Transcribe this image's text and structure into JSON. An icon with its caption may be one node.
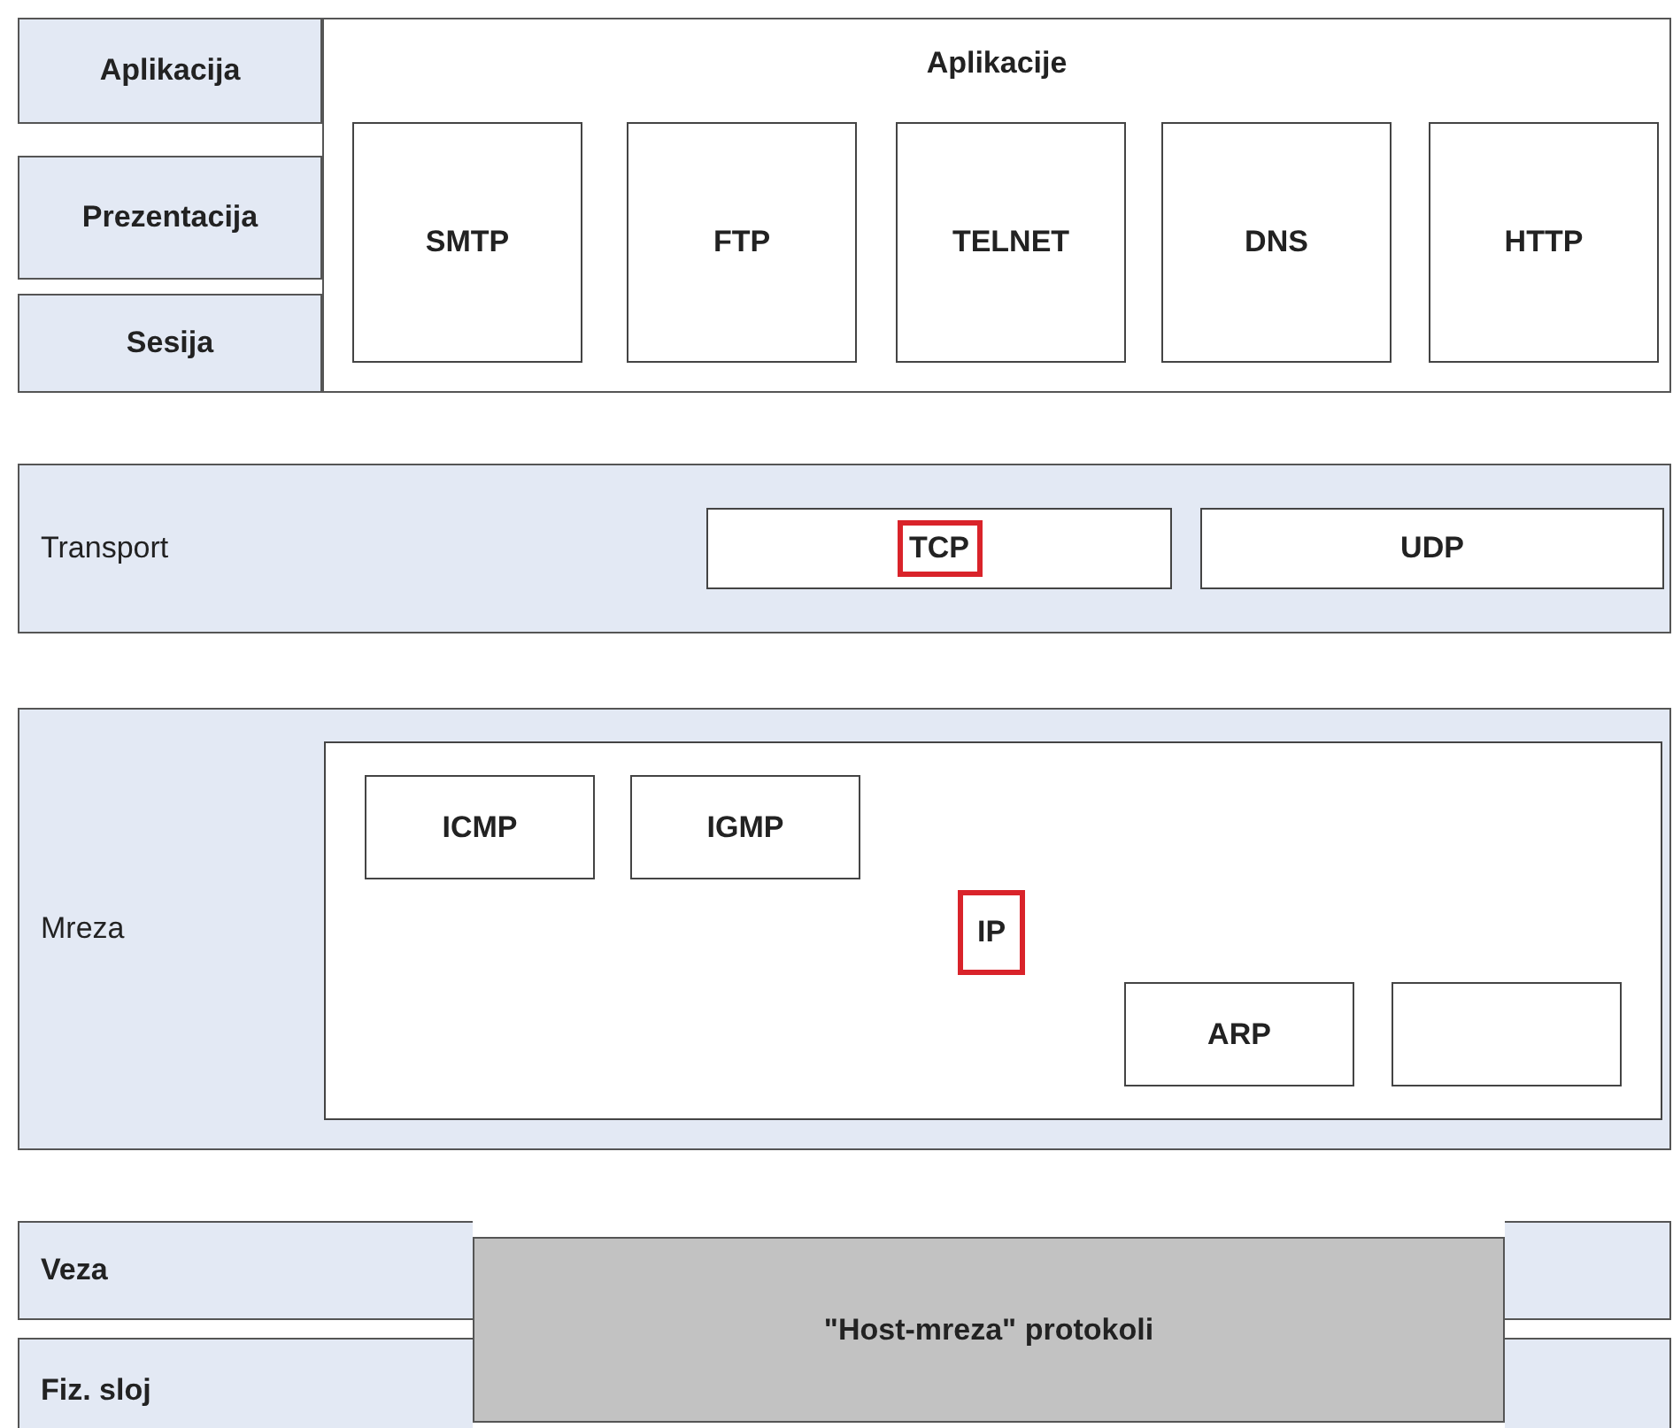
{
  "diagram": {
    "nodes": [
      {
        "text": [
          "Aplikacija"
        ]
      },
      {
        "text": [
          "Prezentacija"
        ]
      },
      {
        "text": [
          "Sesija"
        ]
      },
      {
        "text": [
          "Aplikacije"
        ]
      },
      {
        "text": [
          "SMTP"
        ],
        "in": 3
      },
      {
        "text": [
          "FTP"
        ],
        "in": 3
      },
      {
        "text": [
          "TELNET"
        ],
        "in": 3
      },
      {
        "text": [
          "DNS"
        ],
        "in": 3
      },
      {
        "text": [
          "HTTP"
        ],
        "in": 3
      },
      {
        "text": [
          "Transport"
        ]
      },
      {
        "text": [
          "TCP"
        ],
        "in": 9
      },
      {
        "text": [
          "UDP"
        ],
        "in": 9
      },
      {
        "text": [
          "Mreza"
        ]
      },
      {
        "text": [],
        "shape": "box",
        "in": 12
      },
      {
        "text": [
          "ICMP"
        ],
        "in": 13
      },
      {
        "text": [
          "IGMP"
        ],
        "in": 13
      },
      {
        "text": [
          "IP"
        ],
        "in": 13
      },
      {
        "text": [
          "ARP"
        ],
        "in": 13
      },
      {
        "text": [],
        "shape": "box",
        "in": 13
      },
      {
        "text": [
          "Veza"
        ]
      },
      {
        "text": [
          "Fiz. sloj"
        ]
      },
      {
        "text": [
          "\"Host-mreza\" protokoli"
        ]
      },
      {
        "text": [],
        "shape": "box"
      },
      {
        "text": [],
        "shape": "box"
      }
    ],
    "edges": []
  }
}
